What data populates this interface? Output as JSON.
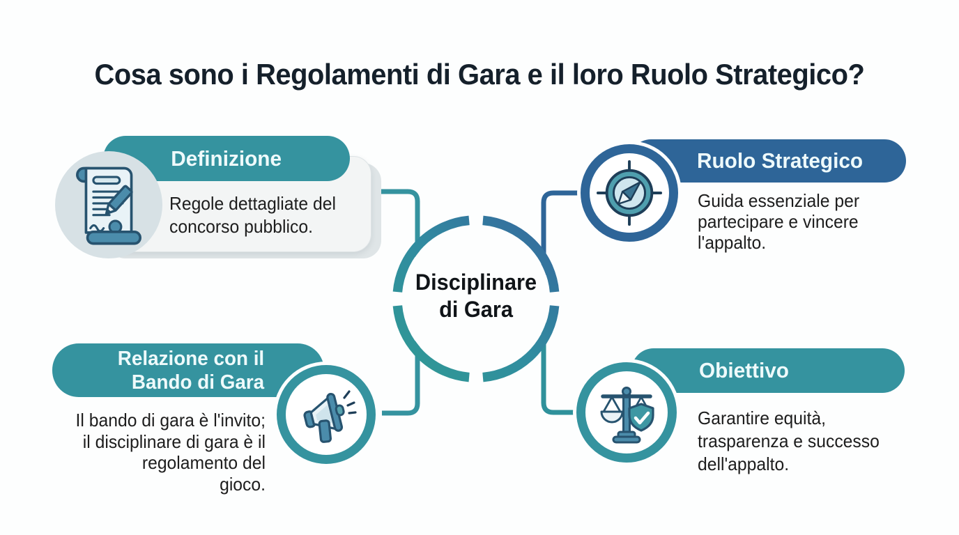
{
  "title": "Cosa sono i Regolamenti di Gara e il loro Ruolo Strategico?",
  "center": {
    "label": "Disciplinare\ndi Gara"
  },
  "cards": {
    "definizione": {
      "header": "Definizione",
      "body": "Regole dettagliate del\nconcorso pubblico.",
      "icon": "scroll-pencil-icon"
    },
    "ruolo_strategico": {
      "header": "Ruolo Strategico",
      "body": "Guida essenziale per\npartecipare e vincere\nl'appalto.",
      "icon": "compass-icon"
    },
    "relazione_bando": {
      "header": "Relazione con il\nBando di Gara",
      "body": "Il bando di gara è l'invito;\nil disciplinare di gara è il\nregolamento del\ngioco.",
      "icon": "megaphone-icon"
    },
    "obiettivo": {
      "header": "Obiettivo",
      "body": "Garantire equità,\ntrasparenza e successo\ndell'appalto.",
      "icon": "scales-shield-icon"
    }
  },
  "colors": {
    "teal": "#35939f",
    "dark_blue": "#2e6598",
    "ring_gradient_start": "#2f9a93",
    "ring_gradient_mid": "#318ca0",
    "ring_gradient_end": "#35689d",
    "icon_outline": "#27536f",
    "icon_fill_mid": "#4b8cab",
    "icon_fill_light": "#e9f3f7",
    "icon_circle_bg": "#d7e1e5",
    "card_body_bg": "#f3f5f5",
    "card_shadow_bg": "#dfe5e7",
    "text_dark": "#1d1d1d",
    "text_on_pill": "#eefafb",
    "background": "#fdfefe"
  }
}
